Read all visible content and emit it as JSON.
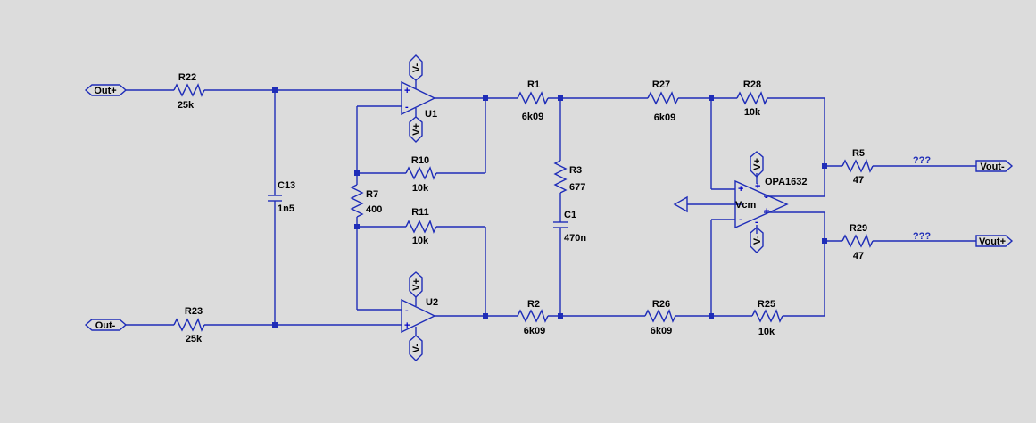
{
  "components": {
    "r22": {
      "name": "R22",
      "value": "25k"
    },
    "r23": {
      "name": "R23",
      "value": "25k"
    },
    "c13": {
      "name": "C13",
      "value": "1n5"
    },
    "r7": {
      "name": "R7",
      "value": "400"
    },
    "r10": {
      "name": "R10",
      "value": "10k"
    },
    "r11": {
      "name": "R11",
      "value": "10k"
    },
    "u1": {
      "name": "U1"
    },
    "u2": {
      "name": "U2"
    },
    "r1": {
      "name": "R1",
      "value": "6k09"
    },
    "r2": {
      "name": "R2",
      "value": "6k09"
    },
    "r3": {
      "name": "R3",
      "value": "677"
    },
    "c1": {
      "name": "C1",
      "value": "470n"
    },
    "r27": {
      "name": "R27",
      "value": "6k09"
    },
    "r26": {
      "name": "R26",
      "value": "6k09"
    },
    "r28": {
      "name": "R28",
      "value": "10k"
    },
    "r25": {
      "name": "R25",
      "value": "10k"
    },
    "opa": {
      "name": "OPA1632"
    },
    "r5": {
      "name": "R5",
      "value": "47"
    },
    "r29": {
      "name": "R29",
      "value": "47"
    }
  },
  "ports": {
    "out_plus": "Out+",
    "out_minus": "Out-",
    "vout_minus": "Vout-",
    "vout_plus": "Vout+",
    "vcm": "Vcm",
    "vminus": "V-",
    "vplus": "V+"
  },
  "annotations": {
    "q1": "???",
    "q2": "???"
  },
  "pin_marks": {
    "plus": "+",
    "minus": "-"
  }
}
